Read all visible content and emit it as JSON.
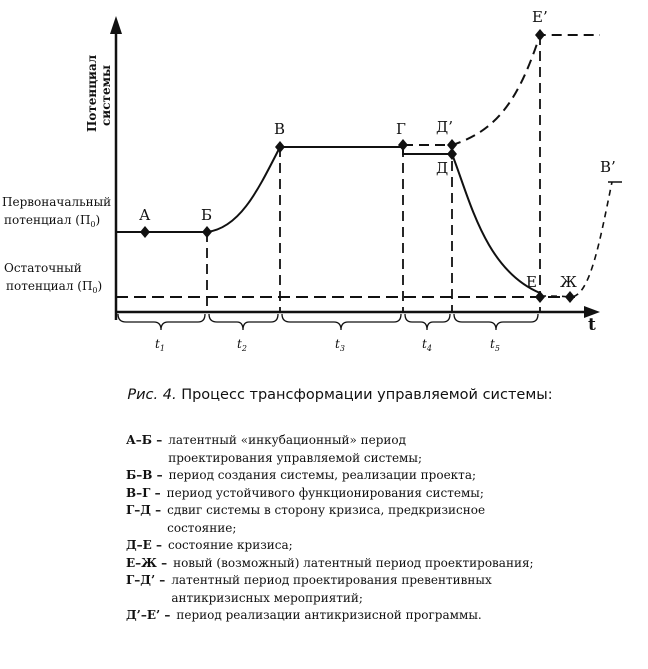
{
  "figure": {
    "axes": {
      "y_label_line1": "Потенциал",
      "y_label_line2": "системы",
      "x_label": "t"
    },
    "side_labels": {
      "initial_line1": "Первоначальный",
      "initial_line2": "потенциал (П",
      "initial_sub": "0",
      "residual_line1": "Остаточный",
      "residual_line2": "потенциал (П",
      "residual_sub": "0"
    },
    "points": {
      "A": "А",
      "B": "Б",
      "V": "В",
      "G": "Г",
      "D1": "Д’",
      "D": "Д",
      "E1": "Е’",
      "E": "Е",
      "Zh": "Ж",
      "V1": "В’"
    },
    "intervals": [
      {
        "t": "t",
        "sub": "1"
      },
      {
        "t": "t",
        "sub": "2"
      },
      {
        "t": "t",
        "sub": "3"
      },
      {
        "t": "t",
        "sub": "4"
      },
      {
        "t": "t",
        "sub": "5"
      }
    ]
  },
  "caption": {
    "fig_label": "Рис. 4.",
    "text": "Процесс трансформации управляемой системы:"
  },
  "legend": [
    {
      "key": "А–Б –",
      "text": "латентный «инкубационный» период проектирования управляемой системы;"
    },
    {
      "key": "Б–В –",
      "text": "период создания системы, реализации проекта;"
    },
    {
      "key": "В–Г –",
      "text": "период устойчивого функционирования системы;"
    },
    {
      "key": "Г–Д –",
      "text": "сдвиг системы в сторону кризиса, предкризисное состояние;"
    },
    {
      "key": "Д–Е –",
      "text": "состояние кризиса;"
    },
    {
      "key": "Е–Ж –",
      "text": "новый (возможный) латентный период проектирования;"
    },
    {
      "key": "Г–Д’ –",
      "text": "латентный период проектирования превентивных антикризисных мероприятий;"
    },
    {
      "key": "Д’–Е’ –",
      "text": "период реализации антикризисной программы."
    }
  ]
}
